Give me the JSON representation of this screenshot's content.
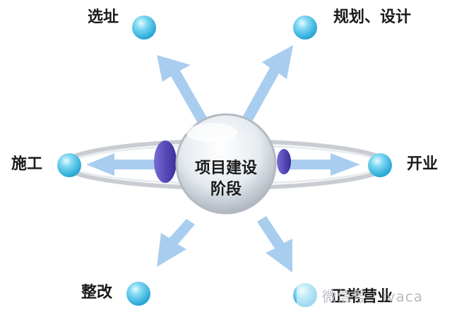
{
  "center": {
    "line1": "项目建设",
    "line2": "阶段"
  },
  "nodes": {
    "site_selection": "选址",
    "planning_design": "规划、设计",
    "construction": "施工",
    "opening": "开业",
    "rectification": "整改",
    "normal_operation": "正常营业"
  },
  "watermark": {
    "text": "微信号 · ivaca"
  },
  "colors": {
    "arrow": "#a9cdee",
    "node_sphere": "#4cc4ea",
    "hub": "#e4e9ee",
    "ring": "#c5c9ce",
    "side_disc": "#5540b8"
  }
}
